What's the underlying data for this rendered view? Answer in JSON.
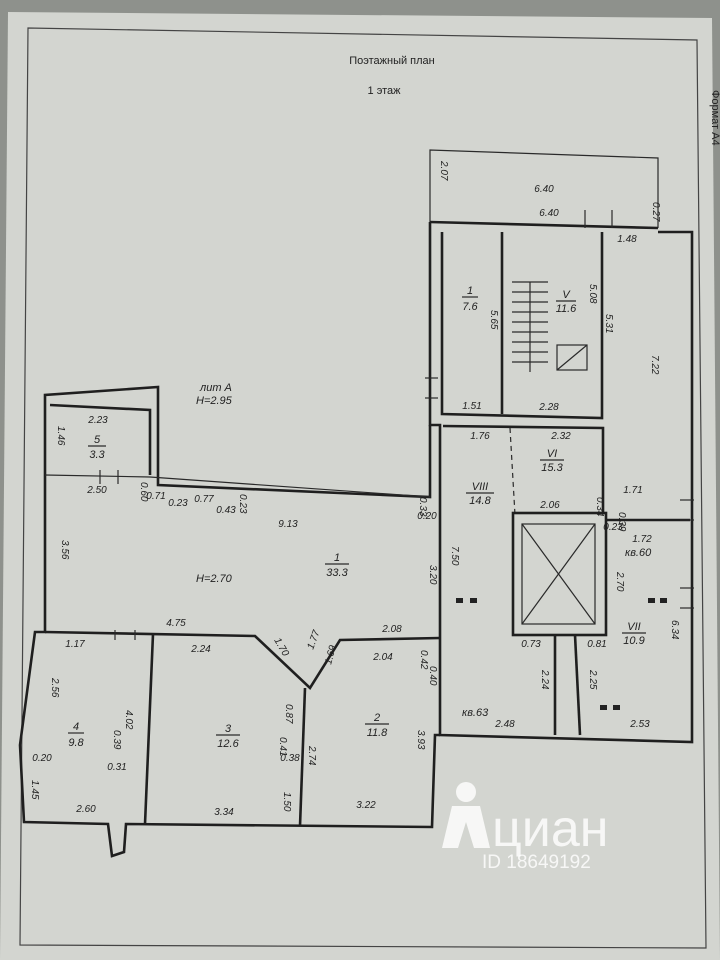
{
  "header": {
    "title": "Поэтажный план",
    "floor": "1 этаж",
    "format": "Формат А4"
  },
  "building": {
    "lit": "лит А",
    "height": "H=2.95"
  },
  "rooms": [
    {
      "num": "1",
      "area": "7.6"
    },
    {
      "num": "V",
      "area": "11.6"
    },
    {
      "num": "VI",
      "area": "15.3"
    },
    {
      "num": "VIII",
      "area": "14.8"
    },
    {
      "num": "5",
      "area": "3.3"
    },
    {
      "num": "1",
      "area": "33.3",
      "height": "H=2.70"
    },
    {
      "num": "VII",
      "area": "10.9"
    },
    {
      "num": "4",
      "area": "9.8"
    },
    {
      "num": "3",
      "area": "12.6"
    },
    {
      "num": "2",
      "area": "11.8"
    }
  ],
  "apartments": {
    "kv60": "кв.60",
    "kv63": "кв.63"
  },
  "dimensions": [
    "6.40",
    "2.07",
    "6.40",
    "0.27",
    "1.48",
    "5.65",
    "5.08",
    "5.31",
    "7.22",
    "1.51",
    "2.28",
    "1.76",
    "2.32",
    "2.23",
    "1.46",
    "2.50",
    "0.60",
    "0.71",
    "0.23",
    "0.77",
    "0.43",
    "0.23",
    "9.13",
    "0.33",
    "0.20",
    "2.06",
    "0.34",
    "1.71",
    "0.23",
    "0.39",
    "1.72",
    "3.56",
    "7.50",
    "3.20",
    "2.70",
    "6.34",
    "4.75",
    "1.17",
    "2.08",
    "0.73",
    "0.81",
    "2.24",
    "1.70",
    "1.77",
    "2.04",
    "1.69",
    "0.42",
    "0.40",
    "2.24",
    "2.25",
    "2.56",
    "4.02",
    "0.87",
    "0.39",
    "0.31",
    "0.41",
    "0.38",
    "2.74",
    "3.93",
    "0.20",
    "1.45",
    "2.60",
    "3.34",
    "1.50",
    "3.22",
    "2.48",
    "2.53"
  ],
  "watermark": {
    "brand": "циан",
    "id": "ID 18649192"
  },
  "colors": {
    "paper": "#d3d5d0",
    "background": "#8e918c",
    "ink": "#1f1f1f"
  }
}
